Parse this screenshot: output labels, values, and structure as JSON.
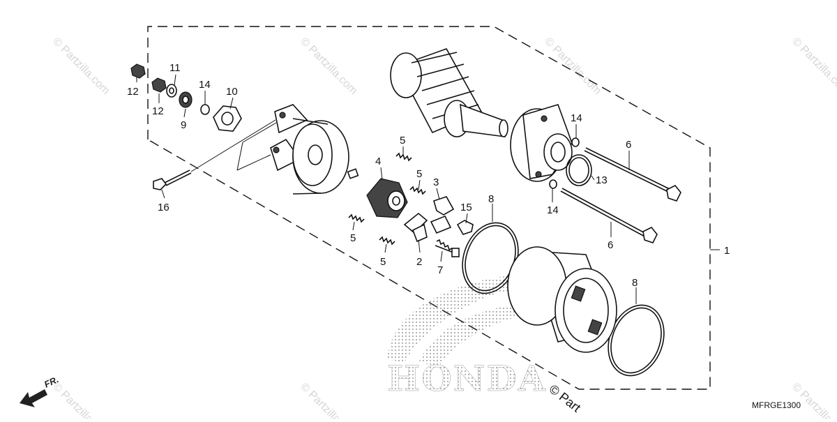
{
  "diagram": {
    "code": "MFRGE1300",
    "direction_label": "FR.",
    "brand_watermark": "HONDA",
    "copyright": "© Partzilla.com",
    "footer_copyright": "© Part",
    "callouts": [
      {
        "id": "c1",
        "label": "1"
      },
      {
        "id": "c2",
        "label": "2"
      },
      {
        "id": "c3",
        "label": "3"
      },
      {
        "id": "c4",
        "label": "4"
      },
      {
        "id": "c5a",
        "label": "5"
      },
      {
        "id": "c5b",
        "label": "5"
      },
      {
        "id": "c5c",
        "label": "5"
      },
      {
        "id": "c5d",
        "label": "5"
      },
      {
        "id": "c6a",
        "label": "6"
      },
      {
        "id": "c6b",
        "label": "6"
      },
      {
        "id": "c7",
        "label": "7"
      },
      {
        "id": "c8a",
        "label": "8"
      },
      {
        "id": "c8b",
        "label": "8"
      },
      {
        "id": "c9",
        "label": "9"
      },
      {
        "id": "c10",
        "label": "10"
      },
      {
        "id": "c11",
        "label": "11"
      },
      {
        "id": "c12a",
        "label": "12"
      },
      {
        "id": "c12b",
        "label": "12"
      },
      {
        "id": "c13",
        "label": "13"
      },
      {
        "id": "c14a",
        "label": "14"
      },
      {
        "id": "c14b",
        "label": "14"
      },
      {
        "id": "c14c",
        "label": "14"
      },
      {
        "id": "c15",
        "label": "15"
      },
      {
        "id": "c16",
        "label": "16"
      }
    ]
  }
}
